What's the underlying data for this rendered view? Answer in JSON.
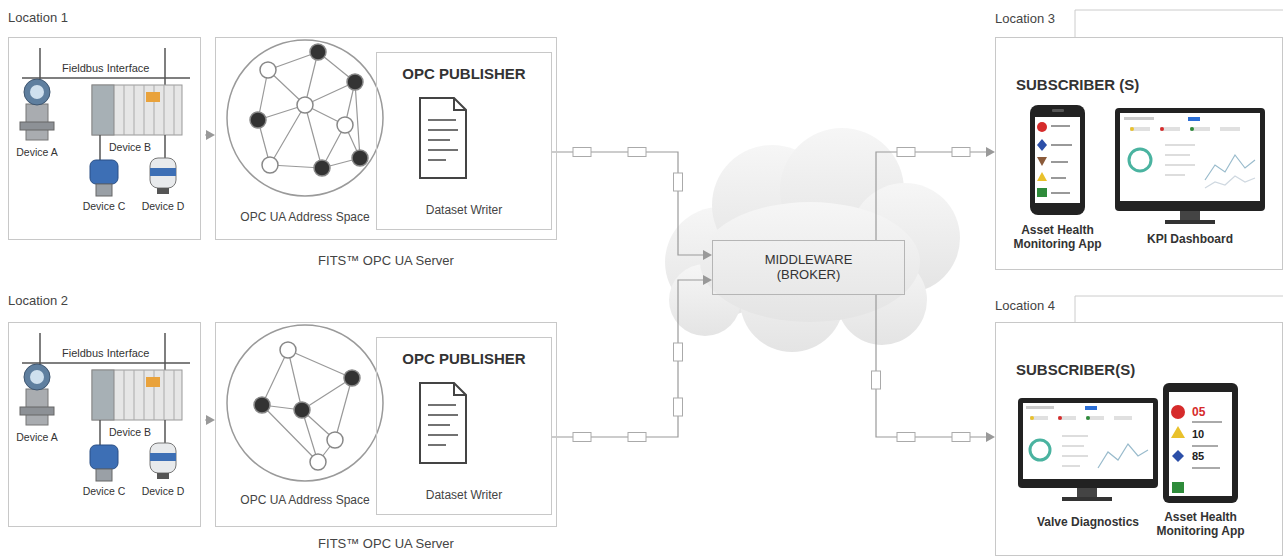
{
  "diagram": {
    "nodes": [
      {
        "text": [
          "Location 1"
        ]
      },
      {
        "text": [
          "FITS™ OPC UA Server"
        ]
      },
      {
        "text": [
          "OPC UA Address Space"
        ],
        "in": 1
      },
      {
        "text": [
          "OPC PUBLISHER",
          "Dataset Writer"
        ],
        "in": 1
      },
      {
        "text": [
          "Location 2"
        ]
      },
      {
        "text": [
          "FITS™ OPC UA Server"
        ]
      },
      {
        "text": [
          "OPC UA Address Space"
        ],
        "in": 5
      },
      {
        "text": [
          "OPC PUBLISHER",
          "Dataset Writer"
        ],
        "in": 5
      },
      {
        "text": [
          "MIDDLEWARE (BROKER)"
        ]
      },
      {
        "text": [
          "Location 3",
          "SUBSCRIBER (S)"
        ]
      },
      {
        "text": [
          "Asset Health Monitoring App"
        ],
        "in": 9
      },
      {
        "text": [
          "KPI Dashboard"
        ],
        "in": 9
      },
      {
        "text": [
          "Location 4",
          "SUBSCRIBER(S)"
        ]
      },
      {
        "text": [
          "Valve Diagnostics"
        ],
        "in": 12
      },
      {
        "text": [
          "Asset Health Monitoring App"
        ],
        "in": 12
      }
    ],
    "edges": [
      {
        "from": 0,
        "to": 1,
        "arrow": "to"
      },
      {
        "from": 4,
        "to": 5,
        "arrow": "to"
      },
      {
        "from": 3,
        "to": 8,
        "arrow": "to"
      },
      {
        "from": 7,
        "to": 8,
        "arrow": "to"
      },
      {
        "from": 8,
        "to": 9,
        "arrow": "to"
      },
      {
        "from": 8,
        "to": 12,
        "arrow": "to"
      }
    ],
    "labels": [
      "Fieldbus Interface",
      "Device A",
      "Device B",
      "Device C",
      "Device D",
      "Fieldbus Interface",
      "Device A",
      "Device B",
      "Device C",
      "Device D",
      "05",
      "10",
      "85"
    ]
  }
}
